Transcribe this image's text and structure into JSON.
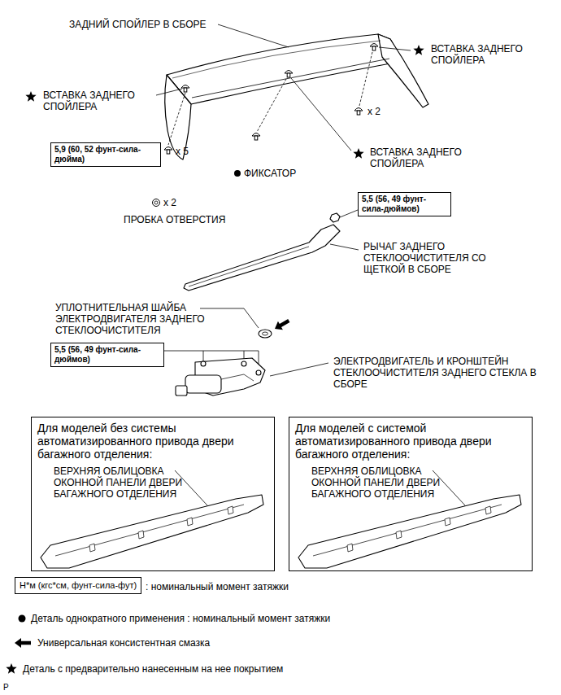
{
  "diagram": {
    "nodes": [
      {
        "text": [
          "5,9 (60, 52 фунт-сила-дюйма)"
        ]
      },
      {
        "text": [
          "5,5 (56, 49 фунт-сила-дюймов)"
        ]
      },
      {
        "text": [
          "5,5 (56, 49 фунт-сила-дюймов)"
        ]
      },
      {
        "text": [
          "Для моделей без системы автоматизированного привода двери багажного отделения:",
          "ВЕРХНЯЯ ОБЛИЦОВКА ОКОННОЙ ПАНЕЛИ ДВЕРИ БАГАЖНОГО ОТДЕЛЕНИЯ"
        ]
      },
      {
        "text": [
          "Для моделей с системой автоматизированного привода двери багажного отделения:",
          "ВЕРХНЯЯ ОБЛИЦОВКА ОКОННОЙ ПАНЕЛИ ДВЕРИ БАГАЖНОГО ОТДЕЛЕНИЯ"
        ]
      },
      {
        "text": [
          "Н*м (кгс*см, фунт-сила-фут)"
        ]
      }
    ],
    "labels": [
      "ЗАДНИЙ СПОЙЛЕР В СБОРЕ",
      "ВСТАВКА ЗАДНЕГО СПОЙЛЕРА",
      "ВСТАВКА ЗАДНЕГО СПОЙЛЕРА",
      "x 2",
      "ВСТАВКА ЗАДНЕГО СПОЙЛЕРА",
      "x 5",
      "ФИКСАТОР",
      "x 2",
      "ПРОБКА ОТВЕРСТИЯ",
      "РЫЧАГ ЗАДНЕГО СТЕКЛООЧИСТИТЕЛЯ СО ЩЕТКОЙ В СБОРЕ",
      "УПЛОТНИТЕЛЬНАЯ ШАЙБА ЭЛЕКТРОДВИГАТЕЛЯ ЗАДНЕГО СТЕКЛООЧИСТИТЕЛЯ",
      "ЭЛЕКТРОДВИГАТЕЛЬ И КРОНШТЕЙН СТЕКЛООЧИСТИТЕЛЯ ЗАДНЕГО СТЕКЛА В СБОРЕ",
      "P"
    ],
    "legend": [
      {
        "text": ": номинальный момент затяжки"
      },
      {
        "text": "Деталь однократного применения : номинальный момент затяжки"
      },
      {
        "text": "Универсальная консистентная смазка"
      },
      {
        "text": "Деталь с предварительно нанесенным на нее покрытием"
      }
    ]
  }
}
